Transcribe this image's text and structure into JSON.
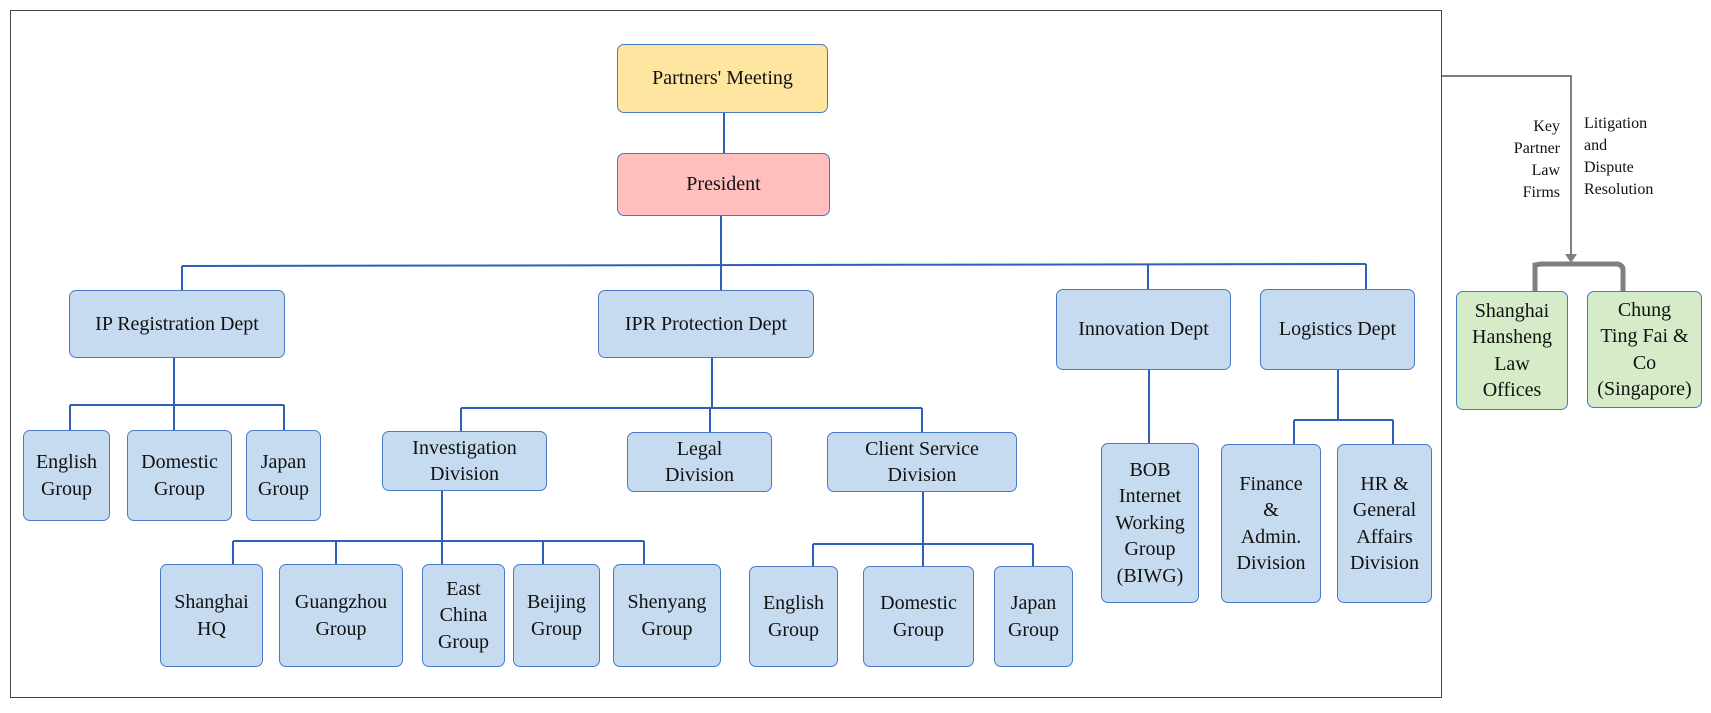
{
  "nodes": {
    "partners_meeting": "Partners' Meeting",
    "president": "President",
    "ip_registration": "IP Registration Dept",
    "ipr_protection": "IPR Protection Dept",
    "innovation": "Innovation Dept",
    "logistics": "Logistics Dept",
    "ipreg_english": "English\nGroup",
    "ipreg_domestic": "Domestic\nGroup",
    "ipreg_japan": "Japan\nGroup",
    "investigation": "Investigation\nDivision",
    "legal": "Legal\nDivision",
    "client_service": "Client Service\nDivision",
    "shanghai_hq": "Shanghai\nHQ",
    "guangzhou": "Guangzhou\nGroup",
    "east_china": "East\nChina\nGroup",
    "beijing": "Beijing\nGroup",
    "shenyang": "Shenyang\nGroup",
    "cs_english": "English\nGroup",
    "cs_domestic": "Domestic\nGroup",
    "cs_japan": "Japan\nGroup",
    "biwg": "BOB\nInternet\nWorking\nGroup\n(BIWG)",
    "finance": "Finance\n&\nAdmin.\nDivision",
    "hr": "HR &\nGeneral\nAffairs\nDivision",
    "shanghai_hansheng": "Shanghai\nHansheng\nLaw\nOffices",
    "chung_ting_fai": "Chung\nTing Fai &\nCo\n(Singapore)"
  },
  "annotations": {
    "key_partner": "Key\nPartner\nLaw\nFirms",
    "litigation": "Litigation\nand\nDispute\nResolution"
  },
  "colors": {
    "line": "#2f5fb8",
    "box_border": "#4a78c9",
    "box_fill": "#c6dbf0",
    "partners_fill": "#ffe6a0",
    "president_fill": "#ffbfbf",
    "firm_fill": "#d6ebc8",
    "arrow": "#7f7f7f"
  }
}
